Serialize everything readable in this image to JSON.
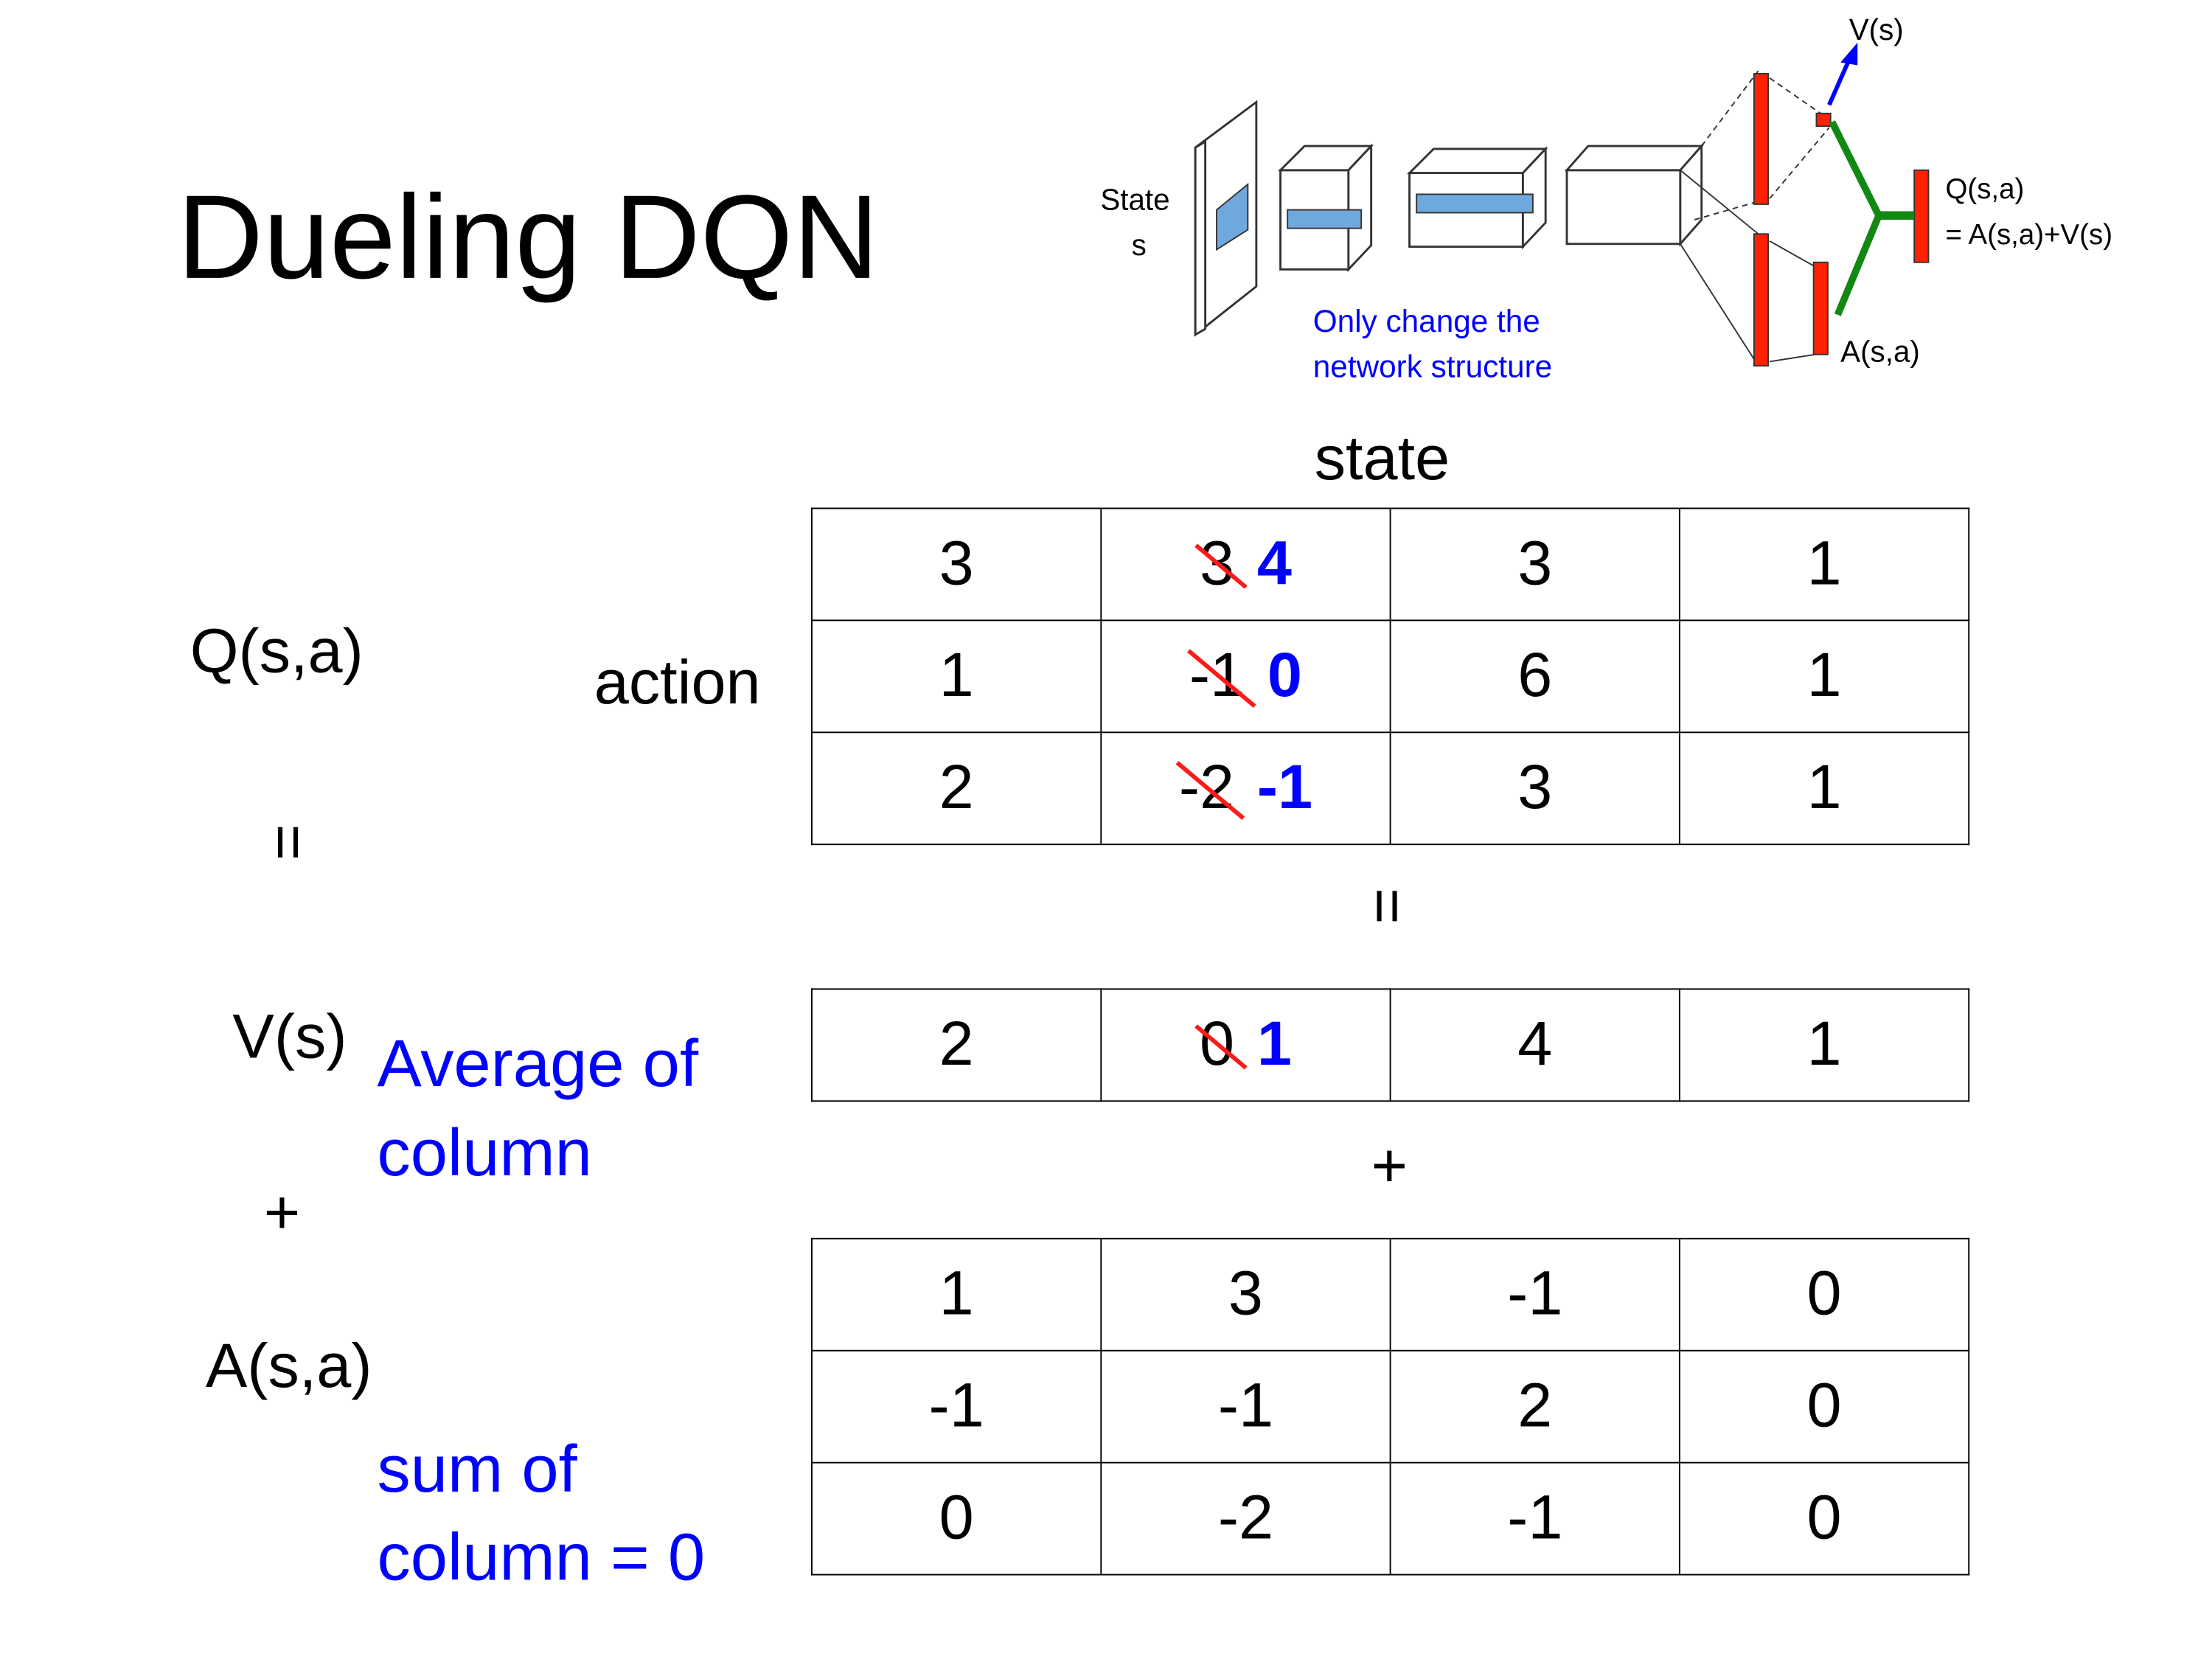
{
  "title": "Dueling DQN",
  "diagram": {
    "state_label": [
      "State",
      "s"
    ],
    "note": [
      "Only change the",
      "network structure"
    ],
    "v_label": "V(s)",
    "a_label": "A(s,a)",
    "q_label": [
      "Q(s,a)",
      "= A(s,a)+V(s)"
    ],
    "colors": {
      "layer": "#6fa8dc",
      "fc": "#ff2200",
      "combine": "#118811",
      "arrow": "#0000ff"
    }
  },
  "labels": {
    "state": "state",
    "action": "action",
    "q": "Q(s,a)",
    "v": "V(s)",
    "a": "A(s,a)",
    "equals": "=",
    "plus": "+",
    "average_note": [
      "Average of",
      "column"
    ],
    "sum_note": [
      "sum of",
      "column = 0"
    ]
  },
  "q_table": [
    [
      {
        "v": "3"
      },
      {
        "old": "3",
        "new": "4"
      },
      {
        "v": "3"
      },
      {
        "v": "1"
      }
    ],
    [
      {
        "v": "1"
      },
      {
        "old": "-1",
        "new": "0"
      },
      {
        "v": "6"
      },
      {
        "v": "1"
      }
    ],
    [
      {
        "v": "2"
      },
      {
        "old": "-2",
        "new": "-1"
      },
      {
        "v": "3"
      },
      {
        "v": "1"
      }
    ]
  ],
  "v_table": [
    [
      {
        "v": "2"
      },
      {
        "old": "0",
        "new": "1"
      },
      {
        "v": "4"
      },
      {
        "v": "1"
      }
    ]
  ],
  "a_table": [
    [
      {
        "v": "1"
      },
      {
        "v": "3"
      },
      {
        "v": "-1"
      },
      {
        "v": "0"
      }
    ],
    [
      {
        "v": "-1"
      },
      {
        "v": "-1"
      },
      {
        "v": "2"
      },
      {
        "v": "0"
      }
    ],
    [
      {
        "v": "0"
      },
      {
        "v": "-2"
      },
      {
        "v": "-1"
      },
      {
        "v": "0"
      }
    ]
  ]
}
